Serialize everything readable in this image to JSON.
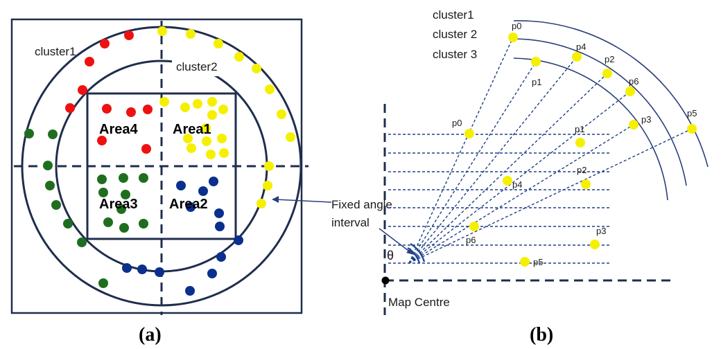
{
  "panel_a": {
    "caption": "(a)",
    "cluster_labels": [
      "cluster1",
      "cluster2"
    ],
    "area_labels": [
      "Area4",
      "Area1",
      "Area3",
      "Area2"
    ]
  },
  "panel_b": {
    "caption": "(b)",
    "cluster_labels": [
      "cluster1",
      "cluster 2",
      "cluster 3"
    ],
    "arc_point_labels": [
      "p0",
      "p4",
      "p2",
      "p6",
      "p1",
      "p3",
      "p5"
    ],
    "grid_point_labels": [
      "p0",
      "p1",
      "p4",
      "p2",
      "p6",
      "p3",
      "p5"
    ],
    "angle_symbol": "θ",
    "origin_label": "Map Centre"
  },
  "annotation": {
    "line1": "Fixed angle",
    "line2": "interval"
  },
  "colors": {
    "red": "#ee1111",
    "yellow": "#f5f000",
    "green": "#1f6e1f",
    "blue": "#0b2f8c",
    "dark_line": "#1f2d4d",
    "arc_line": "#2a3f7a"
  }
}
